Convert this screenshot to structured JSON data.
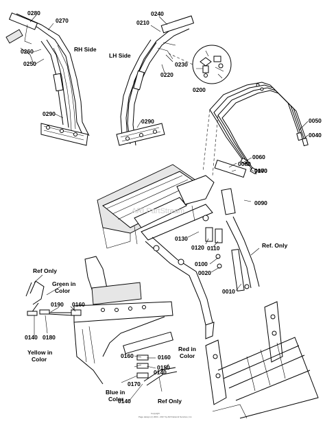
{
  "views": {
    "rh_side": "RH Side",
    "lh_side": "LH Side"
  },
  "part_numbers": {
    "p0280": "0280",
    "p0270": "0270",
    "p0260": "0260",
    "p0250": "0250",
    "p0290a": "0290",
    "p0240": "0240",
    "p0210": "0210",
    "p0230": "0230",
    "p0220": "0220",
    "p0290b": "0290",
    "p0200": "0200",
    "p0050": "0050",
    "p0040": "0040",
    "p0060": "0060",
    "p0070": "0070",
    "p0080": "0080",
    "p0100a": "0100",
    "p0090": "0090",
    "p0130": "0130",
    "p0120": "0120",
    "p0110": "0110",
    "p0100b": "0100",
    "p0020": "0020",
    "p0010": "0010",
    "p0190": "0190",
    "p0160a": "0160",
    "p0140a": "0140",
    "p0180": "0180",
    "p0160b": "0160",
    "p0150": "0150",
    "p0140b": "0140",
    "p0170": "0170",
    "p0140c": "0140"
  },
  "callouts": {
    "ref_only_top": "Ref. Only",
    "ref_only_left": "Ref Only",
    "green_in_color": "Green in Color",
    "yellow_in_color": "Yellow in Color",
    "red_in_color": "Red in Color",
    "blue_in_color": "Blue in Color",
    "ref_only_bottom": "Ref Only"
  },
  "watermark": "ARI PartStream",
  "copyright": "Copyright\nPage design (c) 2004 - 2017 by ARI Network Services, Inc."
}
